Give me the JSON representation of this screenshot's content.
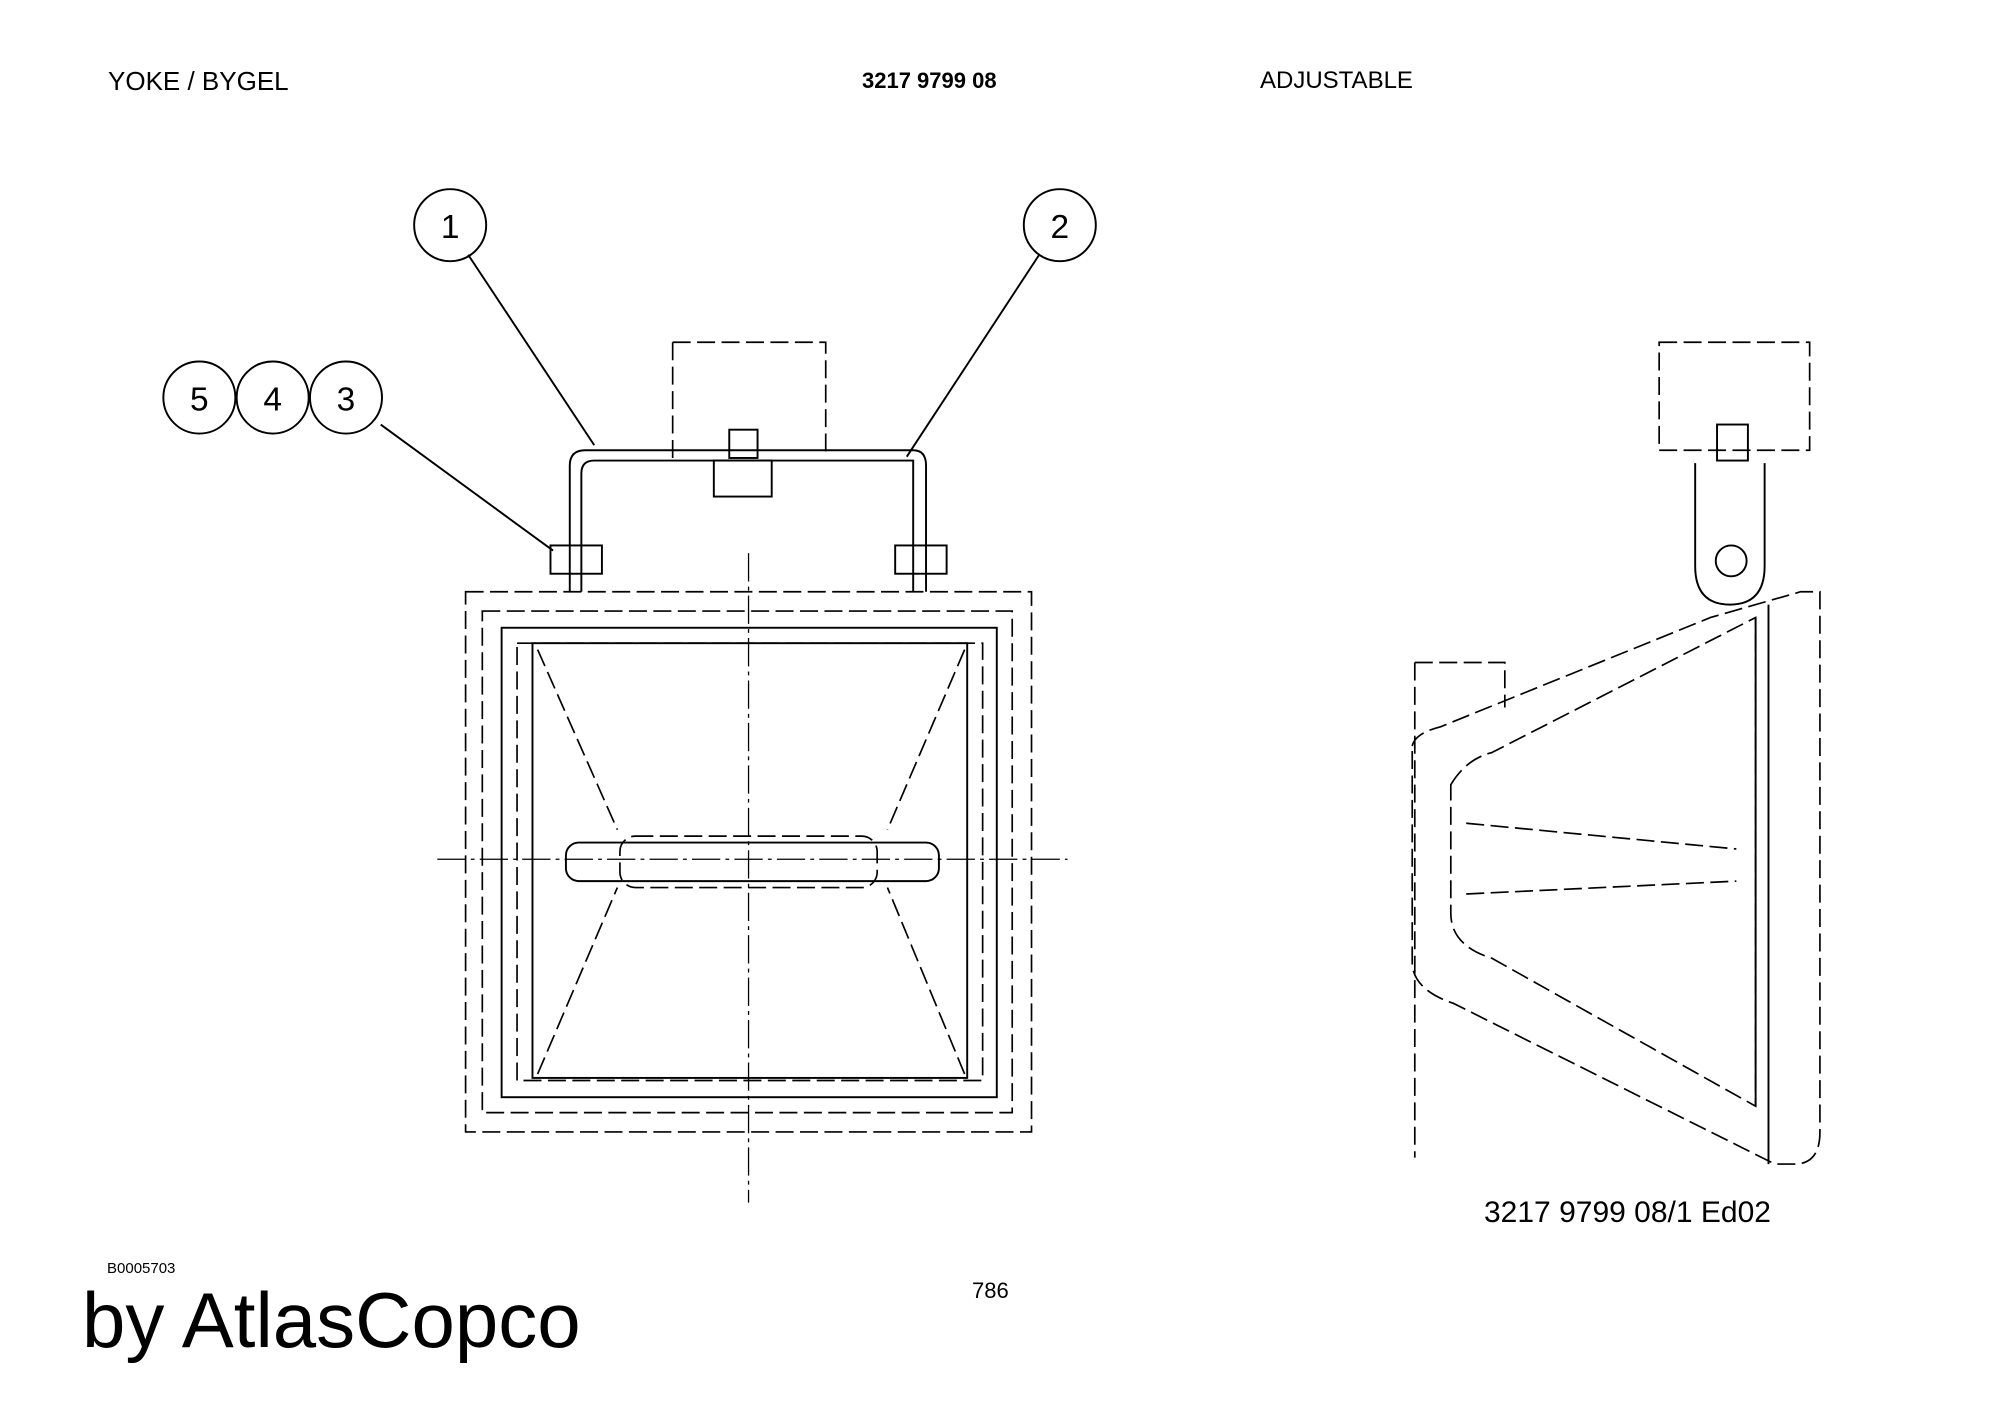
{
  "header": {
    "title": "YOKE / BYGEL",
    "part_number": "3217 9799 08",
    "variant": "ADJUSTABLE"
  },
  "drawing": {
    "balloons": [
      "1",
      "2",
      "5",
      "4",
      "3"
    ],
    "reference": "3217 9799 08/1  Ed02"
  },
  "footer": {
    "image_id": "B0005703",
    "page_number": "786",
    "brand": "by AtlasCopco"
  }
}
